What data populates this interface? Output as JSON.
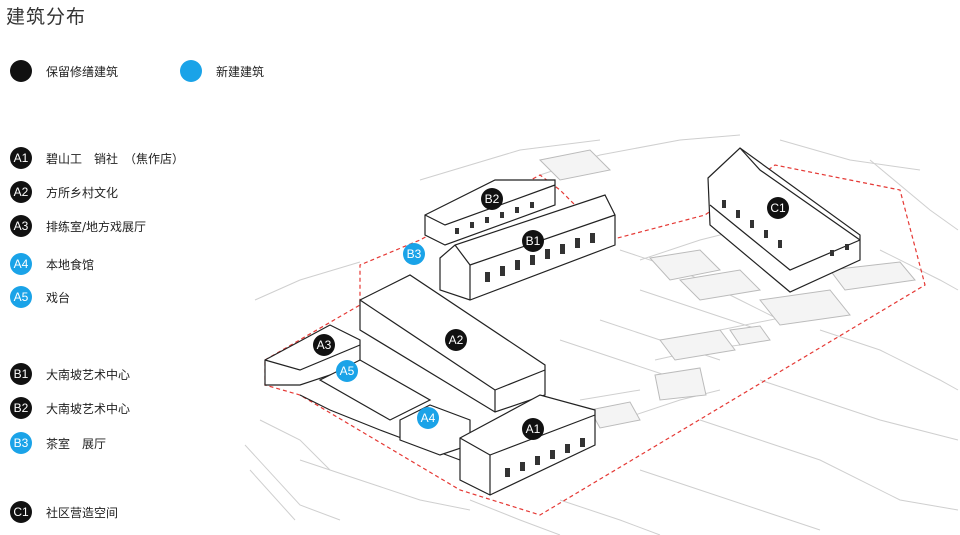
{
  "title": "建筑分布",
  "legend": {
    "preserve": {
      "label": "保留修缮建筑",
      "color": "#111111"
    },
    "new": {
      "label": "新建建筑",
      "color": "#1aa3e8"
    }
  },
  "buildings": [
    {
      "code": "A1",
      "name": "碧山工　销社　（焦作店）",
      "type": "preserve"
    },
    {
      "code": "A2",
      "name": "方所乡村文化",
      "type": "preserve"
    },
    {
      "code": "A3",
      "name": "排练室/地方戏展厅",
      "type": "preserve"
    },
    {
      "code": "A4",
      "name": "本地食馆",
      "type": "new"
    },
    {
      "code": "A5",
      "name": "戏台",
      "type": "new"
    },
    {
      "code": "B1",
      "name": "大南坡艺术中心",
      "type": "preserve"
    },
    {
      "code": "B2",
      "name": "大南坡艺术中心",
      "type": "preserve"
    },
    {
      "code": "B3",
      "name": "茶室　展厅",
      "type": "new"
    },
    {
      "code": "C1",
      "name": "社区营造空间",
      "type": "preserve"
    }
  ],
  "colors": {
    "boundary": "#e53935",
    "line": "#222222",
    "context": "#c8c8c8"
  }
}
